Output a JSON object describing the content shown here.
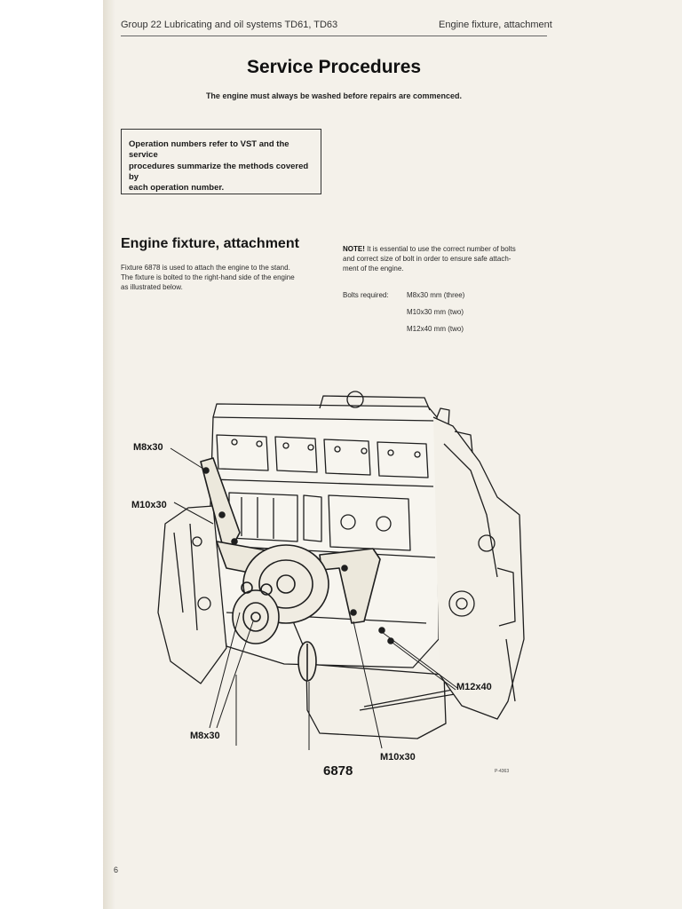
{
  "header": {
    "left": "Group 22 Lubricating and oil systems TD61, TD63",
    "right": "Engine fixture, attachment"
  },
  "title": "Service Procedures",
  "subtitle": "The engine must always be washed before repairs are commenced.",
  "op_box": {
    "lines": [
      "Operation numbers refer to VST and the service",
      "procedures summarize the methods covered by",
      "each operation number."
    ]
  },
  "section": {
    "title": "Engine fixture, attachment",
    "lines": [
      "Fixture 6878 is used to attach the engine to the stand.",
      "The fixture is bolted to the right-hand side of the engine",
      "as illustrated below."
    ]
  },
  "note": {
    "label": "NOTE!",
    "lines": [
      " It is essential to use the correct number of bolts",
      "and correct size of bolt in order to ensure safe attach-",
      "ment of the engine."
    ],
    "bolts_label": "Bolts required:",
    "bolts": [
      "M8x30 mm (three)",
      "M10x30 mm (two)",
      "M12x40 mm (two)"
    ]
  },
  "figure": {
    "callouts": {
      "m8_top": "M8x30",
      "m10_left": "M10x30",
      "m12_right": "M12x40",
      "m8_bottom": "M8x30",
      "fixture": "6878",
      "m10_bottom": "M10x30"
    },
    "figure_id": "P-4363"
  },
  "page_number": "6"
}
